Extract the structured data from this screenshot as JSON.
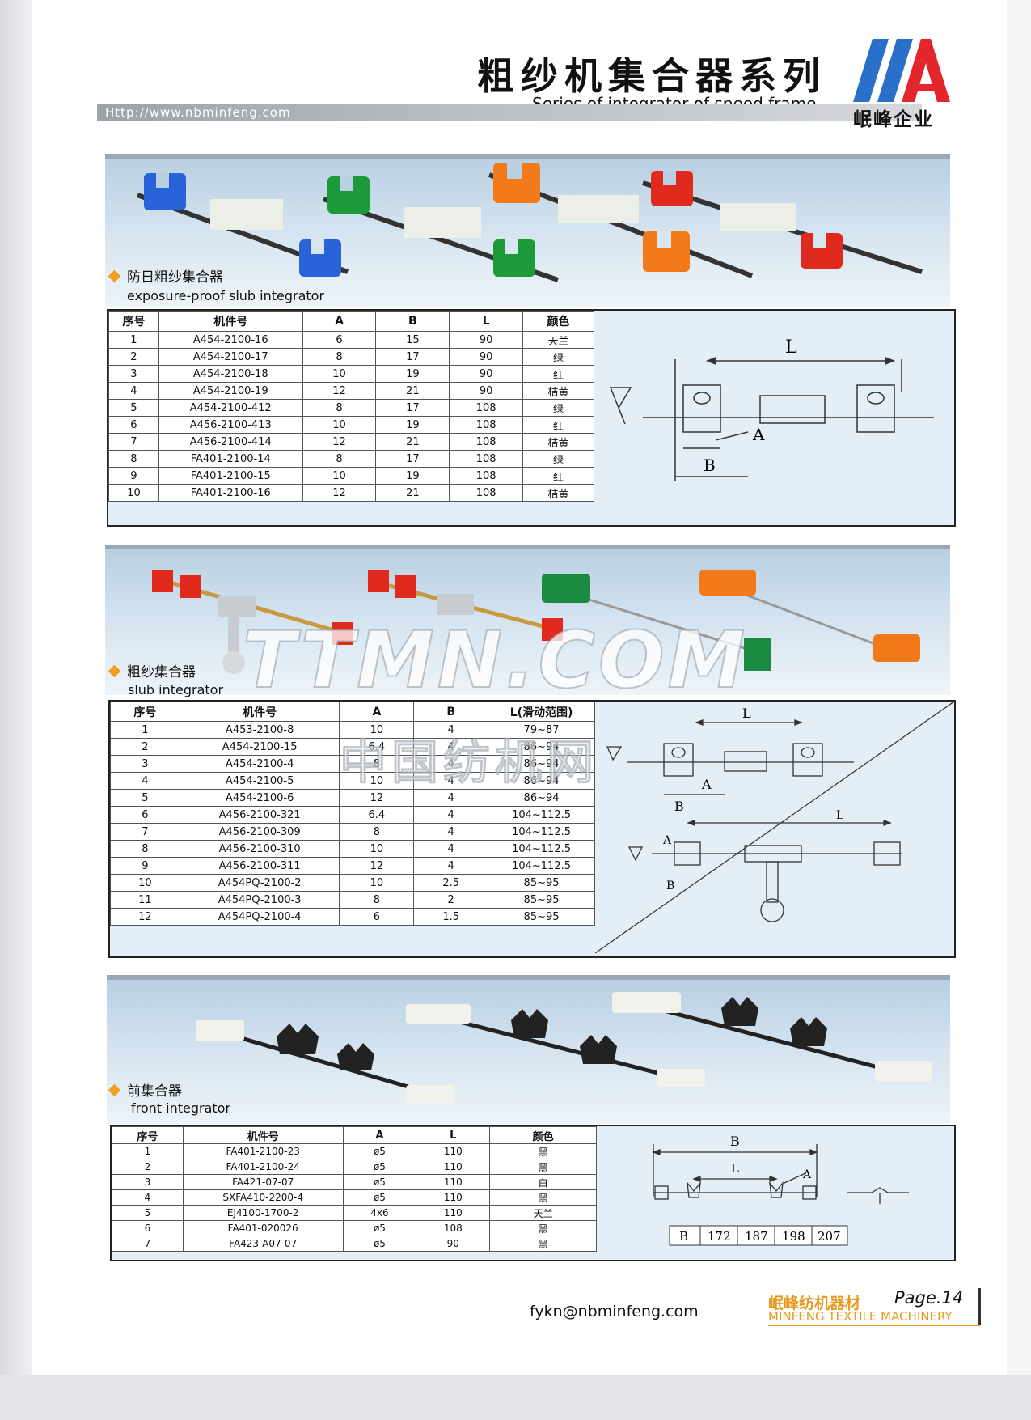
{
  "header": {
    "title_cn": "粗纱机集合器系列",
    "title_en": "Series of integrator of speed frame",
    "url": "Http://www.nbminfeng.com",
    "logo_text": "岷峰企业",
    "logo_colors": {
      "primary": "#2a6fc9",
      "accent": "#e3262b"
    }
  },
  "section1": {
    "title_cn": "防日粗纱集合器",
    "title_en": "exposure-proof slub integrator",
    "columns": [
      "序号",
      "机件号",
      "A",
      "B",
      "L",
      "颜色"
    ],
    "rows": [
      [
        "1",
        "A454-2100-16",
        "6",
        "15",
        "90",
        "天兰"
      ],
      [
        "2",
        "A454-2100-17",
        "8",
        "17",
        "90",
        "绿"
      ],
      [
        "3",
        "A454-2100-18",
        "10",
        "19",
        "90",
        "红"
      ],
      [
        "4",
        "A454-2100-19",
        "12",
        "21",
        "90",
        "桔黄"
      ],
      [
        "5",
        "A454-2100-412",
        "8",
        "17",
        "108",
        "绿"
      ],
      [
        "6",
        "A456-2100-413",
        "10",
        "19",
        "108",
        "红"
      ],
      [
        "7",
        "A456-2100-414",
        "12",
        "21",
        "108",
        "桔黄"
      ],
      [
        "8",
        "FA401-2100-14",
        "8",
        "17",
        "108",
        "绿"
      ],
      [
        "9",
        "FA401-2100-15",
        "10",
        "19",
        "108",
        "红"
      ],
      [
        "10",
        "FA401-2100-16",
        "12",
        "21",
        "108",
        "桔黄"
      ]
    ],
    "diagram_labels": {
      "L": "L",
      "A": "A",
      "B": "B"
    }
  },
  "section2": {
    "title_cn": "粗纱集合器",
    "title_en": "slub integrator",
    "columns": [
      "序号",
      "机件号",
      "A",
      "B",
      "L(滑动范围)"
    ],
    "rows": [
      [
        "1",
        "A453-2100-8",
        "10",
        "4",
        "79~87"
      ],
      [
        "2",
        "A454-2100-15",
        "6.4",
        "4",
        "86~94"
      ],
      [
        "3",
        "A454-2100-4",
        "8",
        "4",
        "86~94"
      ],
      [
        "4",
        "A454-2100-5",
        "10",
        "4",
        "86~94"
      ],
      [
        "5",
        "A454-2100-6",
        "12",
        "4",
        "86~94"
      ],
      [
        "6",
        "A456-2100-321",
        "6.4",
        "4",
        "104~112.5"
      ],
      [
        "7",
        "A456-2100-309",
        "8",
        "4",
        "104~112.5"
      ],
      [
        "8",
        "A456-2100-310",
        "10",
        "4",
        "104~112.5"
      ],
      [
        "9",
        "A456-2100-311",
        "12",
        "4",
        "104~112.5"
      ],
      [
        "10",
        "A454PQ-2100-2",
        "10",
        "2.5",
        "85~95"
      ],
      [
        "11",
        "A454PQ-2100-3",
        "8",
        "2",
        "85~95"
      ],
      [
        "12",
        "A454PQ-2100-4",
        "6",
        "1.5",
        "85~95"
      ]
    ],
    "diagram_labels": {
      "L": "L",
      "A": "A",
      "B": "B"
    }
  },
  "section3": {
    "title_cn": "前集合器",
    "title_en": "front integrator",
    "columns": [
      "序号",
      "机件号",
      "A",
      "L",
      "颜色"
    ],
    "rows": [
      [
        "1",
        "FA401-2100-23",
        "ø5",
        "110",
        "黑"
      ],
      [
        "2",
        "FA401-2100-24",
        "ø5",
        "110",
        "黑"
      ],
      [
        "3",
        "FA421-07-07",
        "ø5",
        "110",
        "白"
      ],
      [
        "4",
        "SXFA410-2200-4",
        "ø5",
        "110",
        "黑"
      ],
      [
        "5",
        "EJ4100-1700-2",
        "4x6",
        "110",
        "天兰"
      ],
      [
        "6",
        "FA401-020026",
        "ø5",
        "108",
        "黑"
      ],
      [
        "7",
        "FA423-A07-07",
        "ø5",
        "90",
        "黑"
      ]
    ],
    "diagram_labels": {
      "B": "B",
      "L": "L",
      "A": "A"
    },
    "b_table": [
      "B",
      "172",
      "187",
      "198",
      "207"
    ]
  },
  "watermark": {
    "main": "TTMN.COM",
    "sub": "中国纺机网"
  },
  "footer": {
    "email": "fykn@nbminfeng.com",
    "brand_cn": "岷峰纺机器材",
    "page": "Page.14",
    "brand_en": "MINFENG TEXTILE MACHINERY"
  }
}
